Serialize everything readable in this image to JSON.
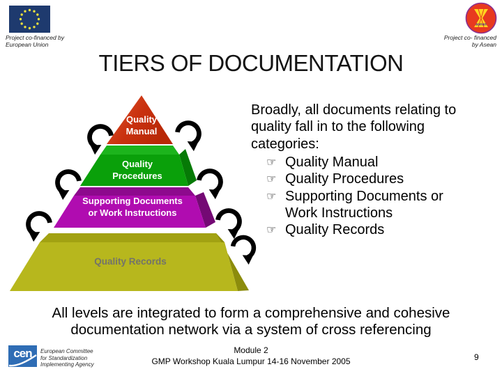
{
  "header": {
    "eu": {
      "caption": "Project co-financed by\nEuropean Union"
    },
    "asean": {
      "caption": "Project co- financed\nby Asean",
      "logo_text": "asean"
    },
    "title": "TIERS OF DOCUMENTATION"
  },
  "pyramid": {
    "tiers": [
      {
        "name": "quality-manual",
        "lines": [
          "Quality",
          "Manual"
        ],
        "color": "#c9310f",
        "text_color": "#ffffff"
      },
      {
        "name": "quality-procedures",
        "lines": [
          "Quality",
          "Procedures"
        ],
        "color": "#0aa00a",
        "text_color": "#ffffff"
      },
      {
        "name": "supporting-documents",
        "lines": [
          "Supporting Documents",
          "or Work Instructions"
        ],
        "color": "#b00cb0",
        "text_color": "#ffffff"
      },
      {
        "name": "quality-records",
        "lines": [
          "Quality Records"
        ],
        "color": "#b7b71d",
        "text_color": "#73736a"
      }
    ],
    "arrow_color": "#000000"
  },
  "content": {
    "intro": "Broadly, all documents relating to\nquality fall in to the following\ncategories:",
    "bullet_glyph": "☞",
    "bullets": [
      {
        "line1": "Quality Manual"
      },
      {
        "line1": "Quality Procedures"
      },
      {
        "line1": "Supporting Documents or",
        "line2": "Work Instructions"
      },
      {
        "line1": "Quality Records"
      }
    ],
    "statement": "All levels are integrated to form a comprehensive and cohesive\ndocumentation network via a system of cross referencing"
  },
  "footer": {
    "cen": {
      "logo_text": "cen",
      "caption": "European Committee\nfor Standardization\nImplementing Agency"
    },
    "module": "Module 2\nGMP Workshop Kuala Lumpur 14-16 November 2005",
    "page_number": "9"
  }
}
